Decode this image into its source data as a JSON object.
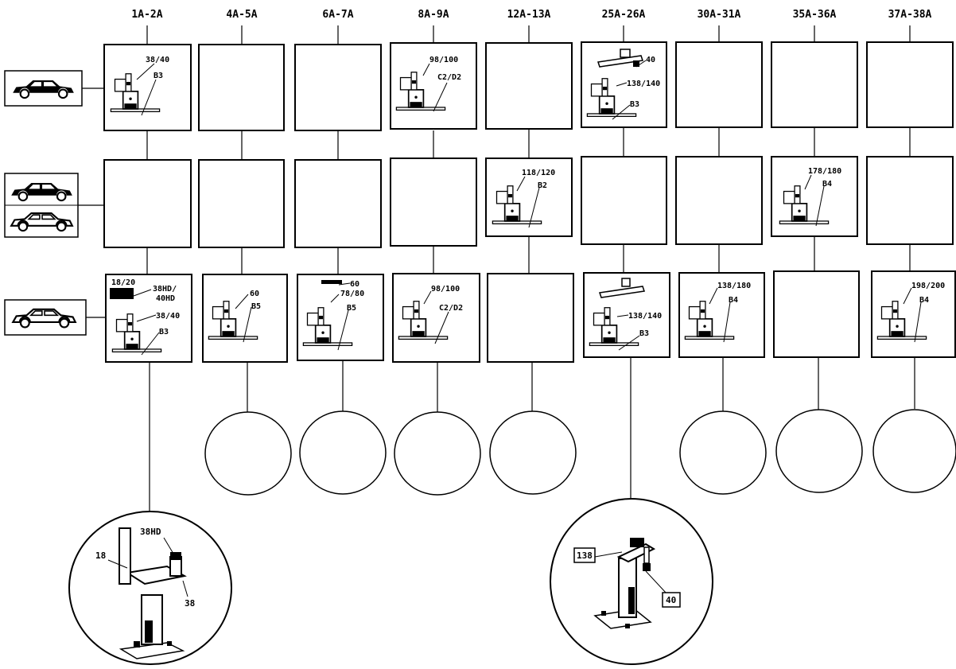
{
  "columns": [
    "1A-2A",
    "4A-5A",
    "6A-7A",
    "8A-9A",
    "12A-13A",
    "25A-26A",
    "30A-31A",
    "35A-36A",
    "37A-38A"
  ],
  "stations": [
    {
      "id": "r0c0",
      "labels": [
        "38/40",
        "B3"
      ]
    },
    {
      "id": "r0c3",
      "labels": [
        "98/100",
        "C2/D2"
      ]
    },
    {
      "id": "r0c5",
      "labels": [
        "40",
        "138/140",
        "B3"
      ]
    },
    {
      "id": "r1c4",
      "labels": [
        "118/120",
        "B2"
      ]
    },
    {
      "id": "r1c7",
      "labels": [
        "178/180",
        "B4"
      ]
    },
    {
      "id": "r2c0",
      "labels": [
        "18/20",
        "38HD/",
        "40HD",
        "38/40",
        "B3"
      ]
    },
    {
      "id": "r2c1",
      "labels": [
        "60",
        "B5"
      ]
    },
    {
      "id": "r2c2",
      "labels": [
        "60",
        "78/80",
        "B5"
      ]
    },
    {
      "id": "r2c3",
      "labels": [
        "98/100",
        "C2/D2"
      ]
    },
    {
      "id": "r2c5",
      "labels": [
        "138/140",
        "B3"
      ]
    },
    {
      "id": "r2c6",
      "labels": [
        "138/180",
        "B4"
      ]
    },
    {
      "id": "r2c8",
      "labels": [
        "198/200",
        "B4"
      ]
    }
  ],
  "detail_left": {
    "labels": [
      "38HD",
      "18",
      "38"
    ]
  },
  "detail_right": {
    "labels": [
      "138",
      "40"
    ]
  }
}
